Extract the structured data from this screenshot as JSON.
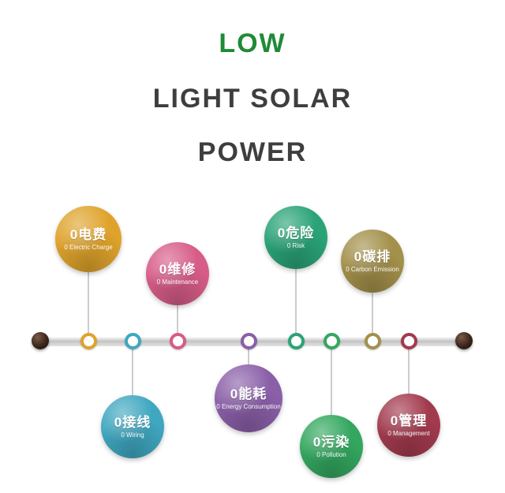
{
  "header": {
    "line1": "LOW",
    "line2": "LIGHT SOLAR",
    "line3": "POWER",
    "accent_color": "#1e8b35",
    "text_color": "#3e3e3e"
  },
  "timeline": {
    "bar_color": "#c9c9c9",
    "endpoint_color": "#2e1c12",
    "stem_color": "#cccccc"
  },
  "items": [
    {
      "id": "electric-charge",
      "label": "0电费",
      "sublabel": "0 Electric Charge",
      "color": "#dfa32b",
      "side": "above"
    },
    {
      "id": "wiring",
      "label": "0接线",
      "sublabel": "0 Wiring",
      "color": "#3fa7c0",
      "side": "below"
    },
    {
      "id": "maintenance",
      "label": "0维修",
      "sublabel": "0 Maintenance",
      "color": "#d75c88",
      "side": "above"
    },
    {
      "id": "energy-consumption",
      "label": "0能耗",
      "sublabel": "0 Energy Consumption",
      "color": "#8a5fa8",
      "side": "below"
    },
    {
      "id": "risk",
      "label": "0危险",
      "sublabel": "0 Risk",
      "color": "#2aa377",
      "side": "above"
    },
    {
      "id": "pollution",
      "label": "0污染",
      "sublabel": "0 Pollution",
      "color": "#33a75f",
      "side": "below"
    },
    {
      "id": "carbon-emission",
      "label": "0碳排",
      "sublabel": "0 Carbon Emission",
      "color": "#a3904a",
      "side": "above"
    },
    {
      "id": "management",
      "label": "0管理",
      "sublabel": "0 Management",
      "color": "#a23a4e",
      "side": "below"
    }
  ]
}
